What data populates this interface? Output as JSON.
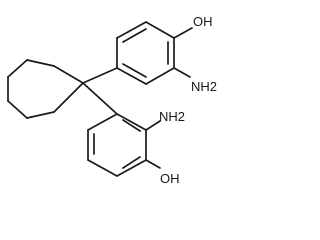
{
  "molecule": {
    "labels": {
      "hydroxyl_top": "OH",
      "amino_top": "NH2",
      "amino_bottom": "NH2",
      "hydroxyl_bottom": "OH"
    }
  }
}
